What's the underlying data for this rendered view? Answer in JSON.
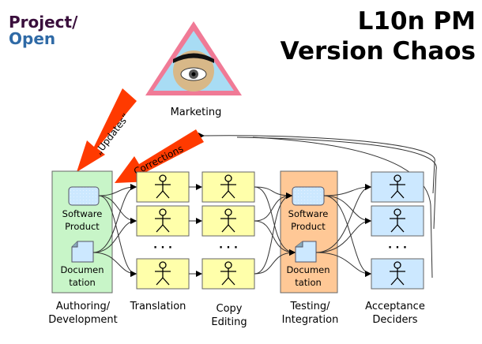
{
  "logo": {
    "line1": "Project/",
    "line2": "Open",
    "colors": {
      "line1": "#3a0f3c",
      "line2": "#2f6aa6"
    }
  },
  "title": {
    "line1": "L10n PM",
    "line2": "Version Chaos"
  },
  "marketing": {
    "label": "Marketing",
    "icon": "eye-in-triangle-icon"
  },
  "red_arrows": [
    {
      "label": "„Updates“",
      "color": "#ff3a00"
    },
    {
      "label": "Corrections",
      "color": "#ff3a00"
    }
  ],
  "stages": [
    {
      "id": "authoring",
      "label_line1": "Authoring/",
      "label_line2": "Development",
      "color": "#c8f5c8",
      "items": [
        {
          "label_line1": "Software",
          "label_line2": "Product",
          "icon": "software-product-icon"
        },
        {
          "label_line1": "Documen",
          "label_line2": "tation",
          "icon": "document-icon"
        }
      ]
    },
    {
      "id": "translation",
      "label_line1": "Translation",
      "label_line2": "",
      "color": "#ffffaa",
      "actors": 3,
      "ellipsis": "· · ·"
    },
    {
      "id": "copy-editing",
      "label_line1": "Copy",
      "label_line2": "Editing",
      "color": "#ffffaa",
      "actors": 3,
      "ellipsis": "· · ·"
    },
    {
      "id": "testing",
      "label_line1": "Testing/",
      "label_line2": "Integration",
      "color": "#ffc896",
      "items": [
        {
          "label_line1": "Software",
          "label_line2": "Product",
          "icon": "software-product-icon"
        },
        {
          "label_line1": "Documen",
          "label_line2": "tation",
          "icon": "document-icon"
        }
      ]
    },
    {
      "id": "acceptance",
      "label_line1": "Acceptance",
      "label_line2": "Deciders",
      "color": "#cce8ff",
      "actors": 3,
      "ellipsis": "· · ·"
    }
  ]
}
